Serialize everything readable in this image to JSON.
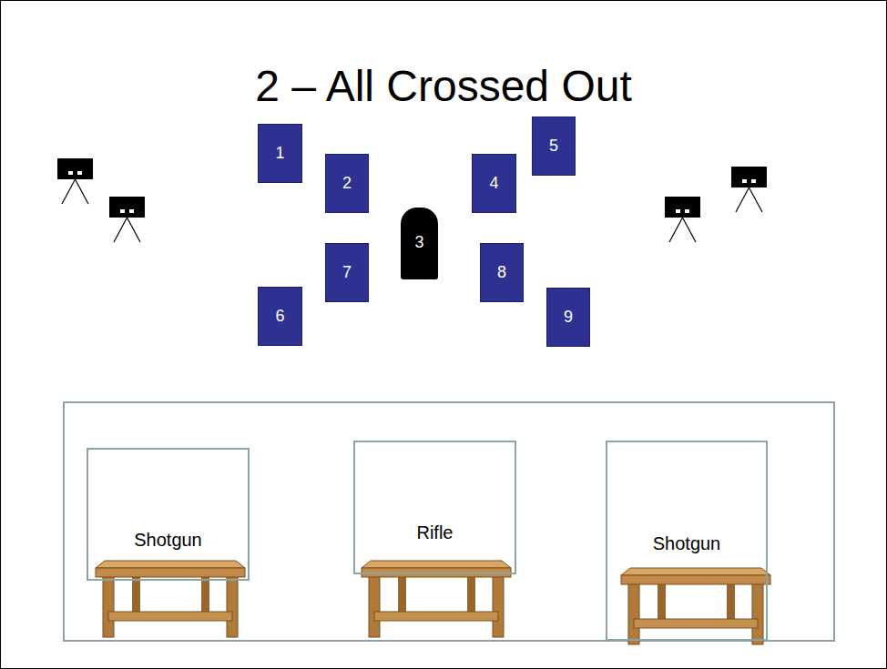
{
  "diagram": {
    "title": "2 – All Crossed Out",
    "nodes": [
      {
        "text": [
          "1"
        ]
      },
      {
        "text": [
          "2"
        ]
      },
      {
        "text": [
          "3"
        ]
      },
      {
        "text": [
          "4"
        ]
      },
      {
        "text": [
          "5"
        ]
      },
      {
        "text": [
          "6"
        ]
      },
      {
        "text": [
          "7"
        ]
      },
      {
        "text": [
          "8"
        ]
      },
      {
        "text": [
          "9"
        ]
      },
      {
        "text": [
          "Shotgun"
        ]
      },
      {
        "text": [
          "Rifle"
        ]
      },
      {
        "text": [
          "Shotgun"
        ]
      }
    ]
  }
}
